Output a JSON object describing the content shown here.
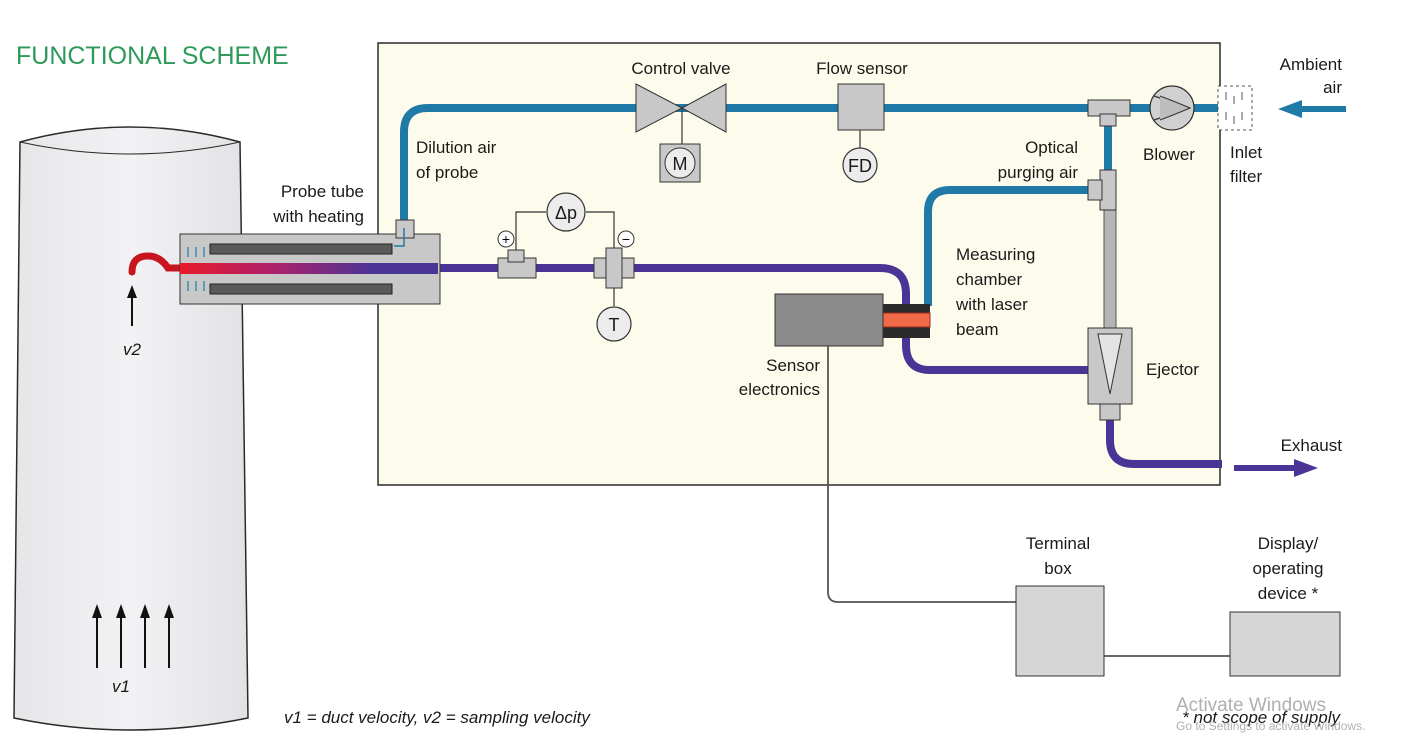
{
  "title": "FUNCTIONAL SCHEME",
  "labels": {
    "control_valve": "Control valve",
    "flow_sensor": "Flow sensor",
    "ambient_air_1": "Ambient",
    "ambient_air_2": "air",
    "dilution_air_1": "Dilution air",
    "dilution_air_2": "of probe",
    "probe_tube_1": "Probe tube",
    "probe_tube_2": "with heating",
    "optical_purging_1": "Optical",
    "optical_purging_2": "purging air",
    "blower": "Blower",
    "inlet_filter_1": "Inlet",
    "inlet_filter_2": "filter",
    "measuring_chamber_1": "Measuring",
    "measuring_chamber_2": "chamber",
    "measuring_chamber_3": "with laser",
    "measuring_chamber_4": "beam",
    "sensor_electronics_1": "Sensor",
    "sensor_electronics_2": "electronics",
    "ejector": "Ejector",
    "exhaust": "Exhaust",
    "terminal_box_1": "Terminal",
    "terminal_box_2": "box",
    "display_1": "Display/",
    "display_2": "operating",
    "display_3": "device *",
    "v1": "v1",
    "v2": "v2"
  },
  "symbols": {
    "motor": "M",
    "flow_detector": "FD",
    "delta_p": "Δp",
    "temperature": "T",
    "plus": "+",
    "minus": "−"
  },
  "footnotes": {
    "velocities": "v1 = duct velocity, v2 = sampling velocity",
    "scope": "* not scope of supply"
  },
  "watermark": {
    "line1": "Activate Windows",
    "line2": "Go to Settings to activate Windows."
  },
  "colors": {
    "title_green": "#2e9a5a",
    "blue_pipe": "#1f7aa8",
    "purple_pipe": "#4a3596",
    "box_fill": "#fdfcec",
    "component_gray": "#c8c8c8"
  }
}
